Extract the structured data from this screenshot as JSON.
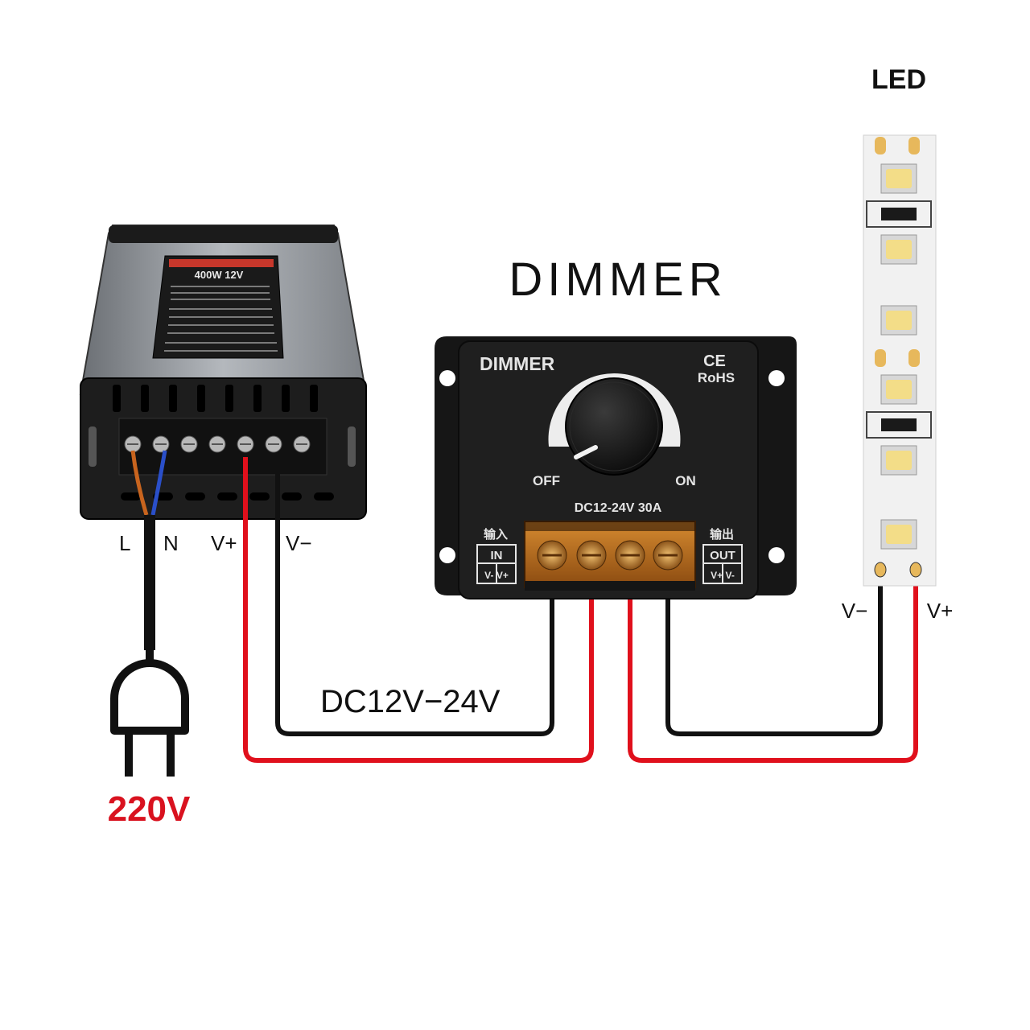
{
  "title_dimmer": "DIMMER",
  "title_led": "LED",
  "psu": {
    "label_model": "400W 12V",
    "terminal_labels": [
      "L",
      "N",
      "V+",
      "V−"
    ]
  },
  "dimmer": {
    "brand": "DIMMER",
    "cert_ce": "CE",
    "cert_rohs": "RoHS",
    "off_label": "OFF",
    "on_label": "ON",
    "rating": "DC12-24V  30A",
    "input_cn": "输入",
    "input_en": "IN",
    "input_pins": "V- V+",
    "output_cn": "输出",
    "output_en": "OUT",
    "output_pins": "V+ V-"
  },
  "led": {
    "minus_label": "V−",
    "plus_label": "V+"
  },
  "voltage_dc": "DC12V−24V",
  "voltage_ac": "220V",
  "colors": {
    "wire_red": "#e0101c",
    "wire_black": "#111111",
    "ac_text": "#d9121f"
  }
}
